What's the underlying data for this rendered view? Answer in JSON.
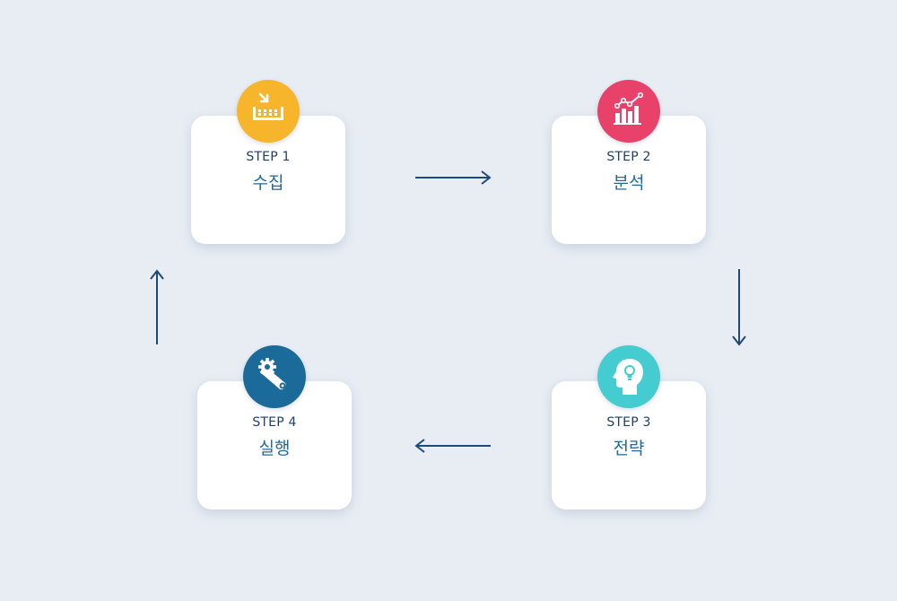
{
  "steps": [
    {
      "label": "STEP 1",
      "title": "수집",
      "color": "#f7b52c",
      "icon": "factory-import-icon"
    },
    {
      "label": "STEP 2",
      "title": "분석",
      "color": "#e8416a",
      "icon": "bar-chart-trend-icon"
    },
    {
      "label": "STEP 3",
      "title": "전략",
      "color": "#45ccd0",
      "icon": "head-lightbulb-icon"
    },
    {
      "label": "STEP 4",
      "title": "실행",
      "color": "#1a6a9a",
      "icon": "gear-belt-icon"
    }
  ],
  "colors": {
    "background": "#e8edf4",
    "arrow": "#1e4a7a",
    "label": "#1e3f66",
    "title": "#1f6a9c"
  }
}
